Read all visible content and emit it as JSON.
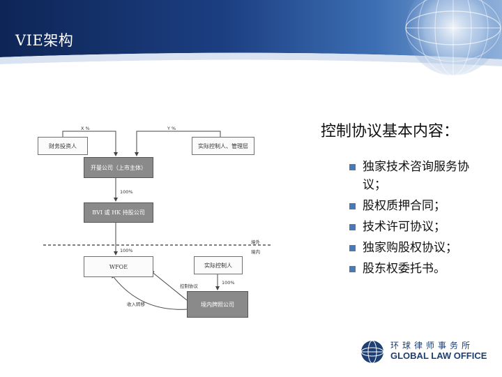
{
  "slide": {
    "title": "VIE架构"
  },
  "diagram": {
    "boxes": {
      "investor": "财务投资人",
      "controller_mgmt": "实际控制人、管理层",
      "listco": "开曼公司（上市主体）",
      "bvi": "BVI 或 HK 持股公司",
      "wfoe": "WFOE",
      "controller": "实际控制人",
      "opco": "境内牌照公司"
    },
    "labels": {
      "x_pct": "X %",
      "y_pct": "Y %",
      "pct_1": "100%",
      "pct_2": "100%",
      "pct_3": "100%",
      "offshore": "境外",
      "onshore": "境内",
      "control_agreement": "控制协议",
      "income_transfer": "收入转移"
    }
  },
  "panel": {
    "heading": "控制协议基本内容：",
    "items": [
      "独家技术咨询服务协议；",
      "股权质押合同；",
      "技术许可协议；",
      "独家购股权协议；",
      "股东权委托书。"
    ]
  },
  "logo": {
    "cn": "环球律师事务所",
    "en": "GLOBAL LAW OFFICE"
  },
  "colors": {
    "header_dark": "#10285a",
    "header_mid": "#2b5fa8",
    "bullet": "#4a7ab5",
    "logo": "#1d3f73"
  }
}
